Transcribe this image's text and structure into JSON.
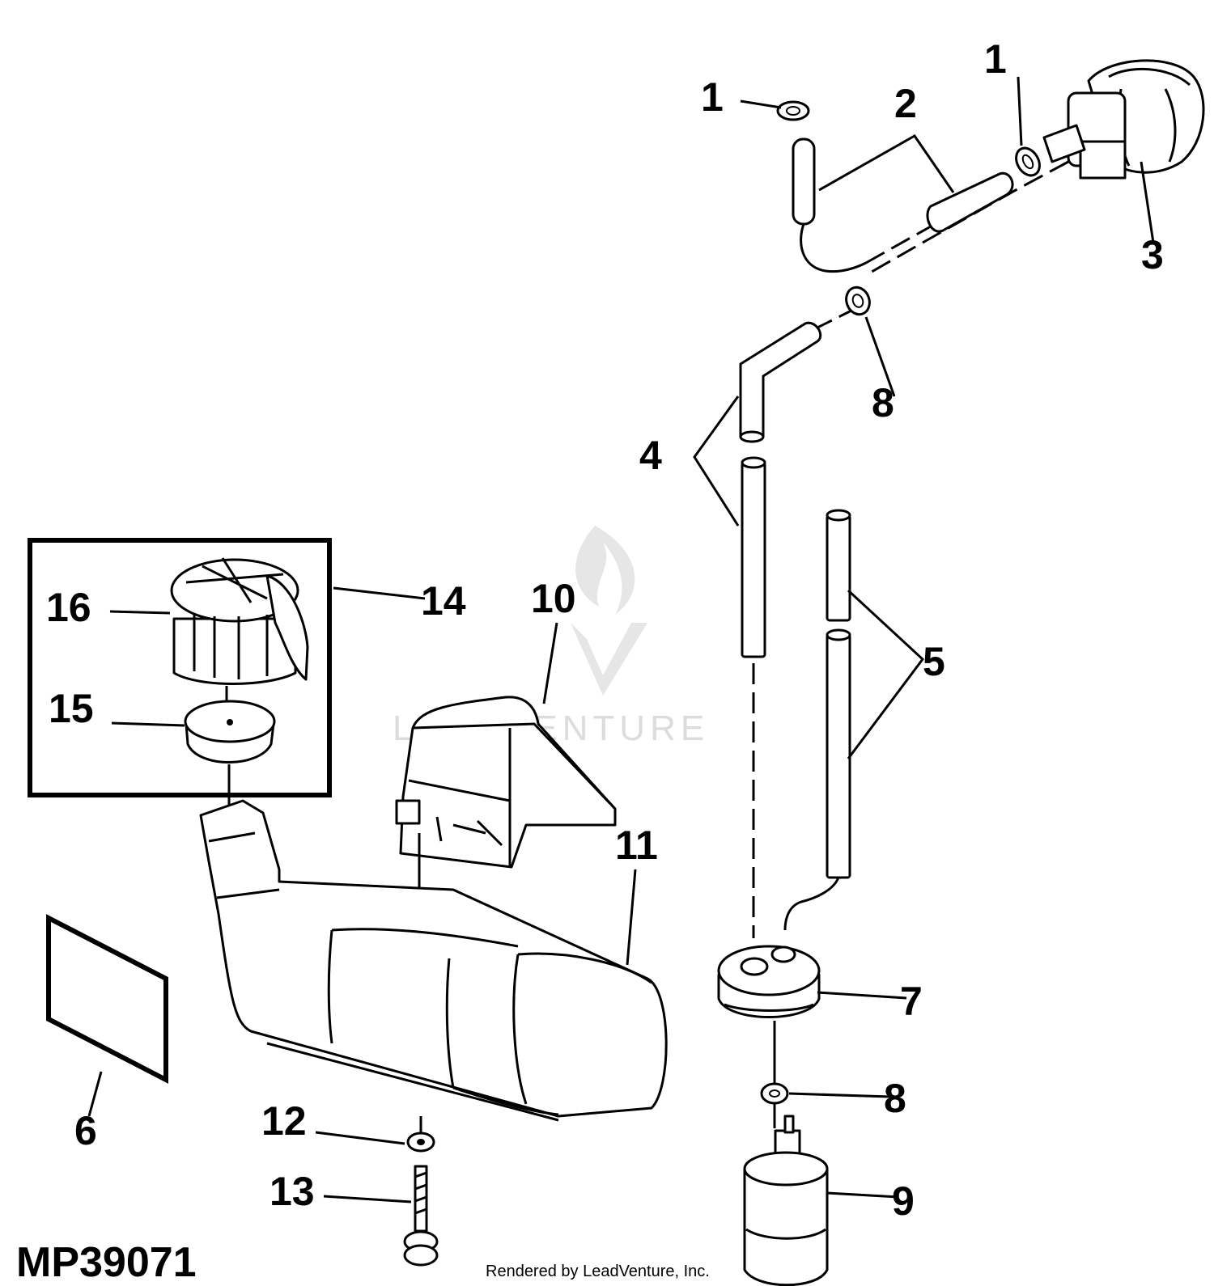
{
  "figure_id": "MP39071",
  "credit": "Rendered by LeadVenture, Inc.",
  "watermark": "LEADVENTURE",
  "callouts": {
    "c1a": "1",
    "c1b": "1",
    "c2": "2",
    "c3": "3",
    "c4": "4",
    "c5": "5",
    "c6": "6",
    "c7": "7",
    "c8a": "8",
    "c8b": "8",
    "c9": "9",
    "c10": "10",
    "c11": "11",
    "c12": "12",
    "c13": "13",
    "c14": "14",
    "c15": "15",
    "c16": "16"
  }
}
